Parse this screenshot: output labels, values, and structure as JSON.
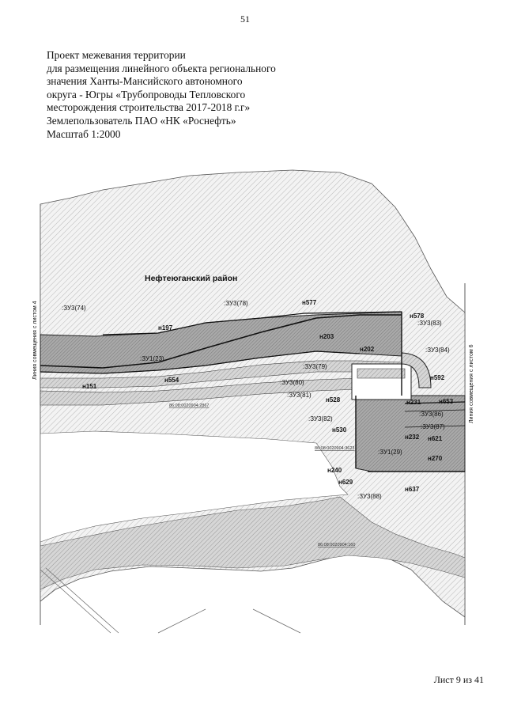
{
  "page": {
    "number": "51",
    "footer": "Лист 9 из 41"
  },
  "title": {
    "lines": [
      "Проект межевания территории",
      "для размещения линейного объекта регионального",
      "значения Ханты-Мансийского автономного",
      "округа - Югры «Трубопроводы Тепловского",
      "месторождения строительства 2017-2018 г.г»",
      "Землепользователь ПАО «НК «Роснефть»",
      "Масштаб 1:2000"
    ]
  },
  "map": {
    "district": "Нефтеюганский район",
    "match_line_left": "Линия совмещения с листом 4",
    "match_line_right": "Линия совмещения с листом 6",
    "parcels": [
      ":ЗУ3(74)",
      ":ЗУ3(78)",
      ":ЗУ1(23)",
      ":ЗУ3(83)",
      ":ЗУ3(84)",
      ":ЗУ3(79)",
      ":ЗУ3(80)",
      ":ЗУ3(81)",
      ":ЗУ3(82)",
      ":ЗУ3(86)",
      ":ЗУ3(87)",
      ":ЗУ1(29)",
      ":ЗУ3(88)"
    ],
    "points": [
      "н577",
      "н197",
      "н578",
      "н203",
      "н202",
      "н554",
      "н151",
      "н592",
      "н528",
      "н231",
      "н653",
      "н530",
      "н232",
      "н621",
      "н270",
      "н240",
      "н629",
      "н637"
    ],
    "cadastral": [
      "86:08:0020904:2867",
      "86:08:0020904:3623",
      "86:08:0020904:160"
    ]
  }
}
